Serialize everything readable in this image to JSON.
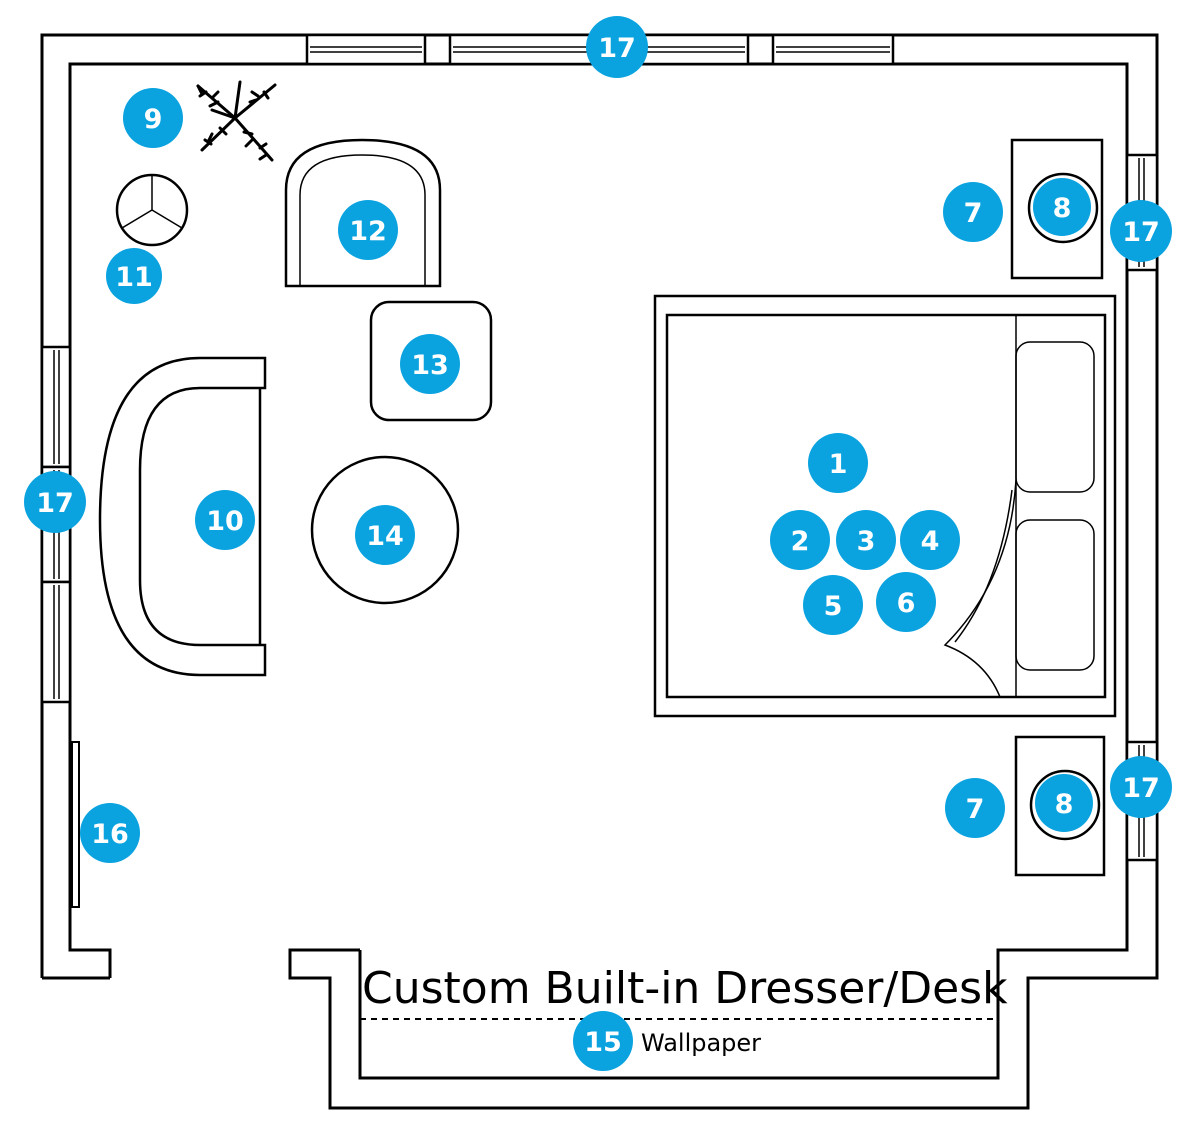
{
  "labels": {
    "built_in": "Custom Built-in Dresser/Desk",
    "wallpaper": "Wallpaper"
  },
  "markers": [
    {
      "id": "m1",
      "text": "1"
    },
    {
      "id": "m2",
      "text": "2"
    },
    {
      "id": "m3",
      "text": "3"
    },
    {
      "id": "m4",
      "text": "4"
    },
    {
      "id": "m5",
      "text": "5"
    },
    {
      "id": "m6",
      "text": "6"
    },
    {
      "id": "m7a",
      "text": "7"
    },
    {
      "id": "m7b",
      "text": "7"
    },
    {
      "id": "m8a",
      "text": "8"
    },
    {
      "id": "m8b",
      "text": "8"
    },
    {
      "id": "m9",
      "text": "9"
    },
    {
      "id": "m10",
      "text": "10"
    },
    {
      "id": "m11",
      "text": "11"
    },
    {
      "id": "m12",
      "text": "12"
    },
    {
      "id": "m13",
      "text": "13"
    },
    {
      "id": "m14",
      "text": "14"
    },
    {
      "id": "m15",
      "text": "15"
    },
    {
      "id": "m16",
      "text": "16"
    },
    {
      "id": "m17a",
      "text": "17"
    },
    {
      "id": "m17b",
      "text": "17"
    },
    {
      "id": "m17c",
      "text": "17"
    },
    {
      "id": "m17d",
      "text": "17"
    }
  ],
  "colors": {
    "marker": "#0aa3e0",
    "line": "#000000",
    "background": "#ffffff"
  }
}
